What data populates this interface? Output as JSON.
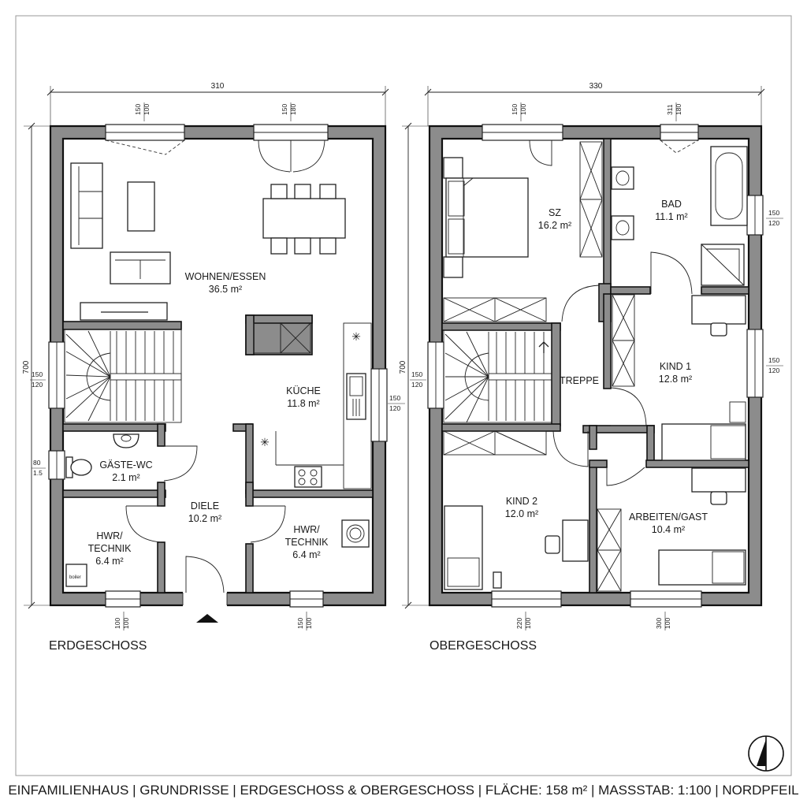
{
  "ground_floor": {
    "label": "ERDGESCHOSS",
    "dim_width": "310",
    "dim_height": "700",
    "window_dims": {
      "top_left": [
        "150",
        "100"
      ],
      "top_right": [
        "150",
        "180"
      ],
      "left_stair": [
        "150",
        "120"
      ],
      "left_wc": [
        "80",
        "1.5"
      ],
      "right_kitchen": [
        "150",
        "120"
      ],
      "bottom_left": [
        "100",
        "100"
      ],
      "bottom_right": [
        "150",
        "100"
      ]
    },
    "rooms": {
      "wohnen": {
        "name": "WOHNEN/ESSEN",
        "area": "36.5 m²"
      },
      "kueche": {
        "name": "KÜCHE",
        "area": "11.8 m²"
      },
      "gaeste_wc": {
        "name": "GÄSTE-WC",
        "area": "2.1 m²"
      },
      "diele": {
        "name": "DIELE",
        "area": "10.2 m²"
      },
      "hwr_left": {
        "name_1": "HWR/",
        "name_2": "TECHNIK",
        "area": "6.4 m²"
      },
      "hwr_right": {
        "name_1": "HWR/",
        "name_2": "TECHNIK",
        "area": "6.4 m²"
      }
    },
    "boiler_label": "boiler"
  },
  "upper_floor": {
    "label": "OBERGESCHOSS",
    "dim_width": "330",
    "dim_height": "700",
    "window_dims": {
      "top_left": [
        "150",
        "100"
      ],
      "top_right": [
        "311",
        "180"
      ],
      "right_bath": [
        "150",
        "120"
      ],
      "right_kind1": [
        "150",
        "120"
      ],
      "left_stair": [
        "150",
        "120"
      ],
      "bottom_left": [
        "220",
        "100"
      ],
      "bottom_right": [
        "300",
        "100"
      ]
    },
    "rooms": {
      "sz": {
        "name": "SZ",
        "area": "16.2 m²"
      },
      "bad": {
        "name": "BAD",
        "area": "11.1 m²"
      },
      "treppe": {
        "name": "TREPPE"
      },
      "kind1": {
        "name": "KIND 1",
        "area": "12.8 m²"
      },
      "kind2": {
        "name": "KIND 2",
        "area": "12.0 m²"
      },
      "arbeiten": {
        "name": "ARBEITEN/GAST",
        "area": "10.4 m²"
      }
    }
  },
  "caption": "EINFAMILIENHAUS | GRUNDRISSE | ERDGESCHOSS & OBERGESCHOSS | FLÄCHE: 158 m² | MASSSTAB: 1:100 | NORDPFEIL",
  "colors": {
    "wall_fill": "#8c8c8c",
    "line": "#111111",
    "background": "#ffffff"
  },
  "icons": [
    "north-arrow-icon",
    "entrance-arrow-icon"
  ]
}
